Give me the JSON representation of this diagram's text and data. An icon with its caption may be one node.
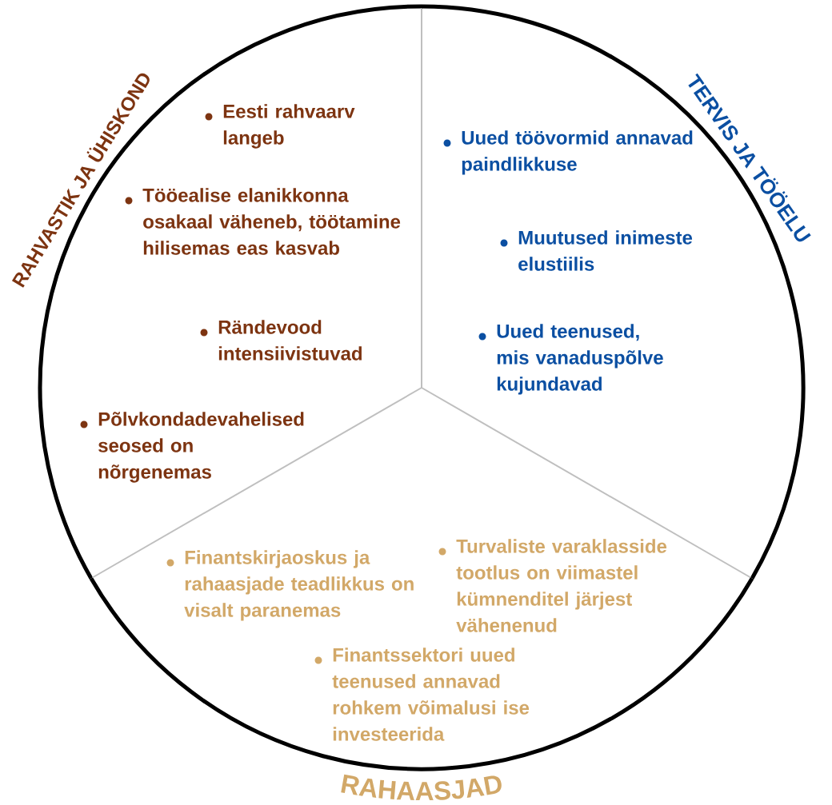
{
  "diagram": {
    "nodes": [
      {
        "text": [
          "RAHVASTIK JA ÜHISKOND",
          "Eesti rahvaarv langeb",
          "Tööealise elanikkonna osakaal väheneb, töötamine hilisemas eas kasvab",
          "Rändevood intensiivistuvad",
          "Põlvkondadevahelised seosed on nõrgenemas"
        ]
      },
      {
        "text": [
          "TERVIS JA TÖÖELU",
          "Uued töövormid annavad paindlikkuse",
          "Muutused inimeste elustiilis",
          "Uued teenused, mis vanaduspõlve kujundavad"
        ]
      },
      {
        "text": [
          "RAHAASJAD",
          "Finantskirjaoskus ja rahaasjade teadlikkus on visalt paranemas",
          "Turvaliste varaklasside tootlus on viimastel kümnenditel järjest vähenenud",
          "Finantssektori uued teenused annavad rohkem võimalusi ise investeerida"
        ]
      }
    ]
  }
}
